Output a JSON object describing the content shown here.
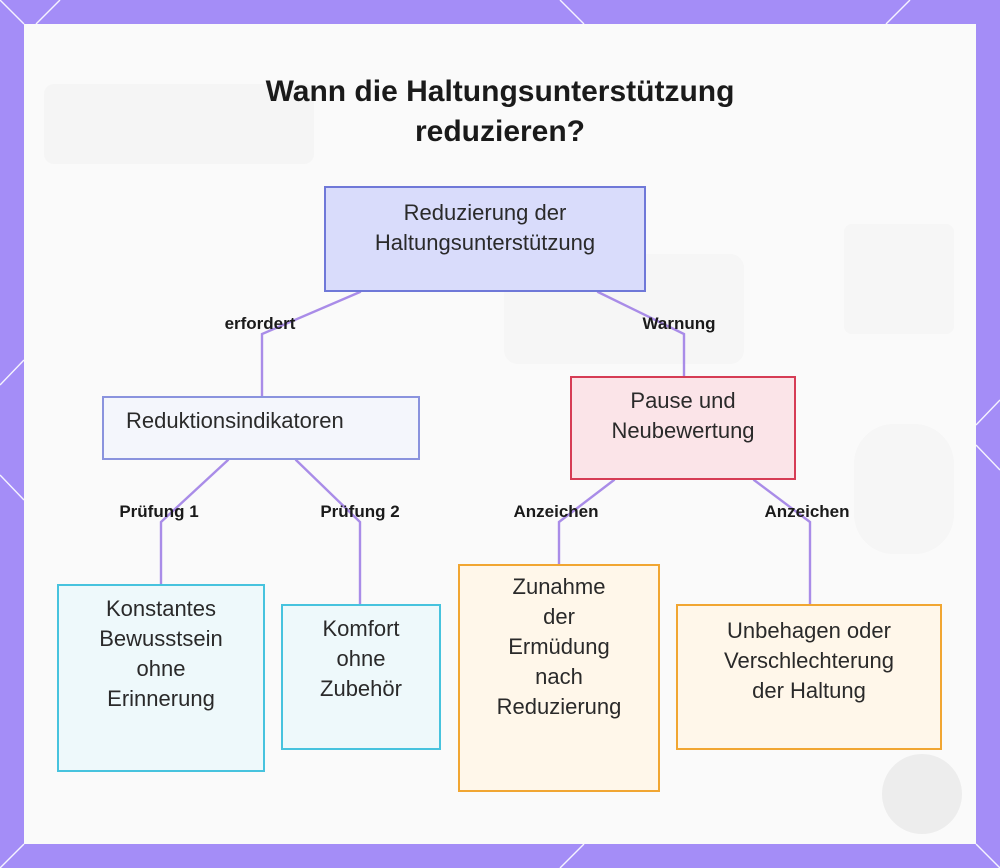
{
  "title": [
    "Wann die Haltungsunterstützung",
    "reduzieren?"
  ],
  "colors": {
    "frame": "#a48df7",
    "root_fill": "#d9dcfb",
    "root_border": "#6f78d8",
    "indicators_fill": "#f4f6fc",
    "indicators_border": "#8a93de",
    "pause_fill": "#fbe4e8",
    "pause_border": "#d63c55",
    "cyan_fill": "#eef9fb",
    "cyan_border": "#47c3de",
    "orange_fill": "#fff7ea",
    "orange_border": "#f1a632",
    "connector": "#a98ce8"
  },
  "nodes": {
    "root": [
      "Reduzierung der",
      "Haltungsunterstützung"
    ],
    "indicators": [
      "Reduktionsindikatoren"
    ],
    "pause": [
      "Pause und",
      "Neubewertung"
    ],
    "awareness": [
      "Konstantes",
      "Bewusstsein",
      "ohne",
      "Erinnerung"
    ],
    "comfort": [
      "Komfort",
      "ohne",
      "Zubehör"
    ],
    "fatigue": [
      "Zunahme",
      "der",
      "Ermüdung",
      "nach",
      "Reduzierung"
    ],
    "discomfort": [
      "Unbehagen oder",
      "Verschlechterung",
      "der Haltung"
    ]
  },
  "edges": {
    "requires": "erfordert",
    "warning": "Warnung",
    "check1": "Prüfung 1",
    "check2": "Prüfung 2",
    "sign1": "Anzeichen",
    "sign2": "Anzeichen"
  }
}
